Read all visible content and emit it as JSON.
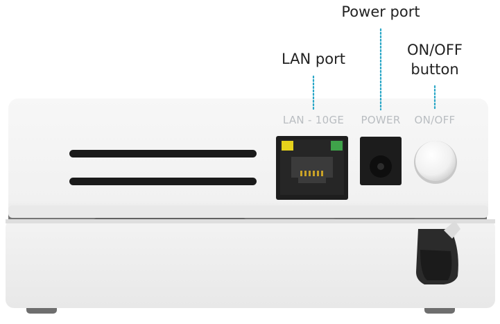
{
  "callouts": {
    "power_port": "Power port",
    "lan_port": "LAN port",
    "onoff_line1": "ON/OFF",
    "onoff_line2": "button"
  },
  "panel_labels": {
    "lan": "LAN - 10GE",
    "power": "POWER",
    "onoff": "ON/OFF"
  },
  "colors": {
    "callout_line": "#2aa7c7",
    "led_yellow": "#e6d21c",
    "led_green": "#3fa34a",
    "device_body": "#f4f4f4"
  }
}
